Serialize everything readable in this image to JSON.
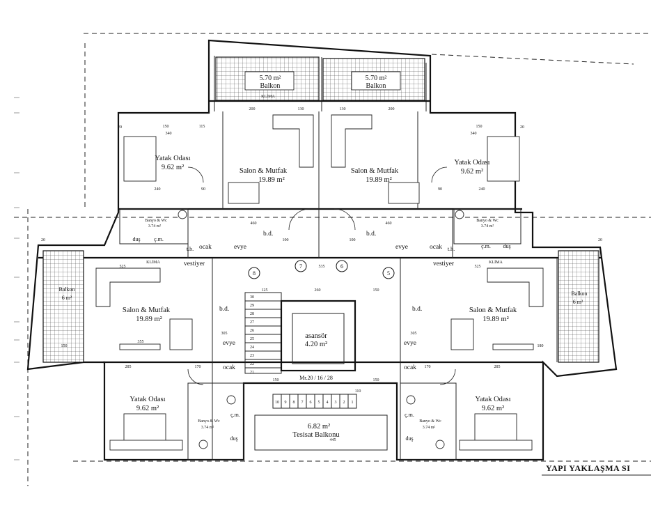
{
  "title": "YAPI YAKLAŞMA SI",
  "balconies_top": [
    {
      "area": "5.70 m²",
      "name": "Balkon"
    },
    {
      "area": "5.70 m²",
      "name": "Balkon"
    }
  ],
  "bedrooms_top": [
    {
      "name": "Yatak Odası",
      "area": "9.62 m²"
    },
    {
      "name": "Yatak Odası",
      "area": "9.62 m²"
    }
  ],
  "salons_top": [
    {
      "name": "Salon & Mutfak",
      "area": "19.89 m²"
    },
    {
      "name": "Salon & Mutfak",
      "area": "19.89 m²"
    }
  ],
  "salons_bottom": [
    {
      "name": "Salon & Mutfak",
      "area": "19.89 m²"
    },
    {
      "name": "Salon & Mutfak",
      "area": "19.89 m²"
    }
  ],
  "bedrooms_bottom": [
    {
      "name": "Yatak Odası",
      "area": "9.62 m²"
    },
    {
      "name": "Yatak Odası",
      "area": "9.62 m²"
    }
  ],
  "side_balconies": [
    {
      "name": "Balkon",
      "area": "6 m²"
    },
    {
      "name": "Balkon",
      "area": "6 m²"
    }
  ],
  "elevator": {
    "name": "asansör",
    "area": "4.20 m²"
  },
  "stair_label": "Mr.20 / 16 / 28",
  "tesisat": {
    "area": "6.82 m²",
    "name": "Tesisat Balkonu"
  },
  "labels": {
    "ocak": "ocak",
    "evye": "evye",
    "vestiyer": "vestiyer",
    "bd": "b.d.",
    "tb": "t.b.",
    "cm": "ç.m.",
    "dus": "duş",
    "klima": "KLİMA",
    "banyo": "Banyo & Wc",
    "banyo_area": "3.74 m²"
  },
  "axes": [
    "8",
    "7",
    "6",
    "5"
  ],
  "dims": {
    "d340": "340",
    "d200": "200",
    "d130": "130",
    "d150": "150",
    "d115": "115",
    "d240": "240",
    "d90": "90",
    "d460": "460",
    "d525": "525",
    "d535": "535",
    "d260": "260",
    "d125": "125",
    "d355": "355",
    "d285": "285",
    "d170": "170",
    "d445": "445",
    "d110": "110",
    "d100": "100",
    "d20": "20",
    "d305": "305",
    "d180": "180",
    "d150b": "150"
  },
  "stair_numbers": [
    "30",
    "29",
    "28",
    "27",
    "26",
    "25",
    "24",
    "23",
    "22",
    "21"
  ],
  "stair_row": [
    "10",
    "9",
    "8",
    "7",
    "6",
    "5",
    "4",
    "3",
    "2",
    "1"
  ]
}
